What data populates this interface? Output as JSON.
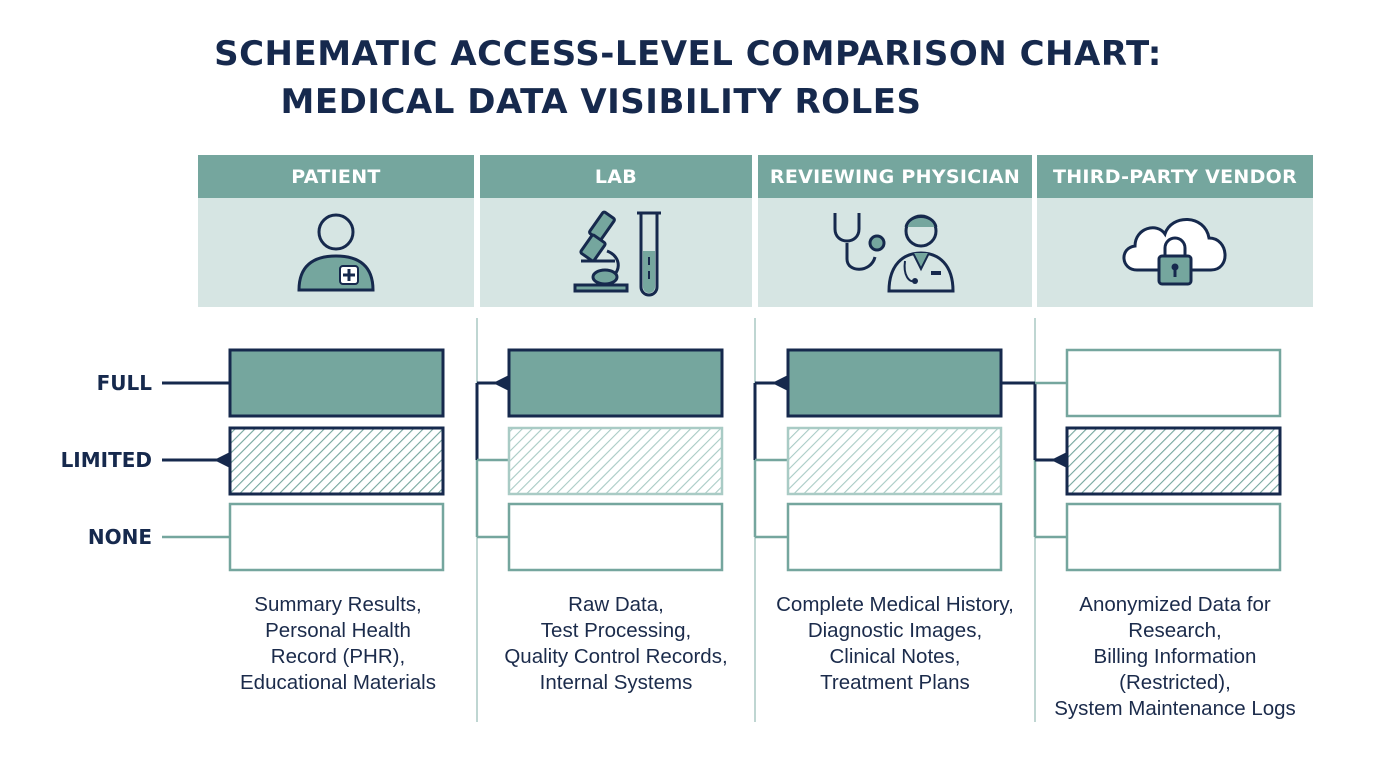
{
  "title": {
    "line1": "SCHEMATIC ACCESS-LEVEL COMPARISON CHART:",
    "line2": "MEDICAL DATA VISIBILITY ROLES"
  },
  "levels": [
    "FULL",
    "LIMITED",
    "NONE"
  ],
  "roles": [
    {
      "label": "PATIENT",
      "icon": "patient-icon",
      "access_level": "LIMITED",
      "description": "Summary Results,\nPersonal Health\nRecord (PHR),\nEducational Materials"
    },
    {
      "label": "LAB",
      "icon": "microscope-test-tube-icon",
      "access_level": "FULL",
      "description": "Raw Data,\nTest Processing,\nQuality Control Records,\nInternal Systems"
    },
    {
      "label": "REVIEWING PHYSICIAN",
      "icon": "physician-stethoscope-icon",
      "access_level": "FULL",
      "description": "Complete Medical History,\nDiagnostic Images,\nClinical Notes,\nTreatment Plans"
    },
    {
      "label": "THIRD-PARTY VENDOR",
      "icon": "cloud-lock-icon",
      "access_level": "LIMITED",
      "description": "Anonymized Data for\nResearch,\nBilling Information\n(Restricted),\nSystem Maintenance Logs"
    }
  ],
  "colors": {
    "navy": "#16294d",
    "teal": "#75a69e",
    "teal_light": "#d6e5e3",
    "box_outline_light": "#6ea39a"
  }
}
